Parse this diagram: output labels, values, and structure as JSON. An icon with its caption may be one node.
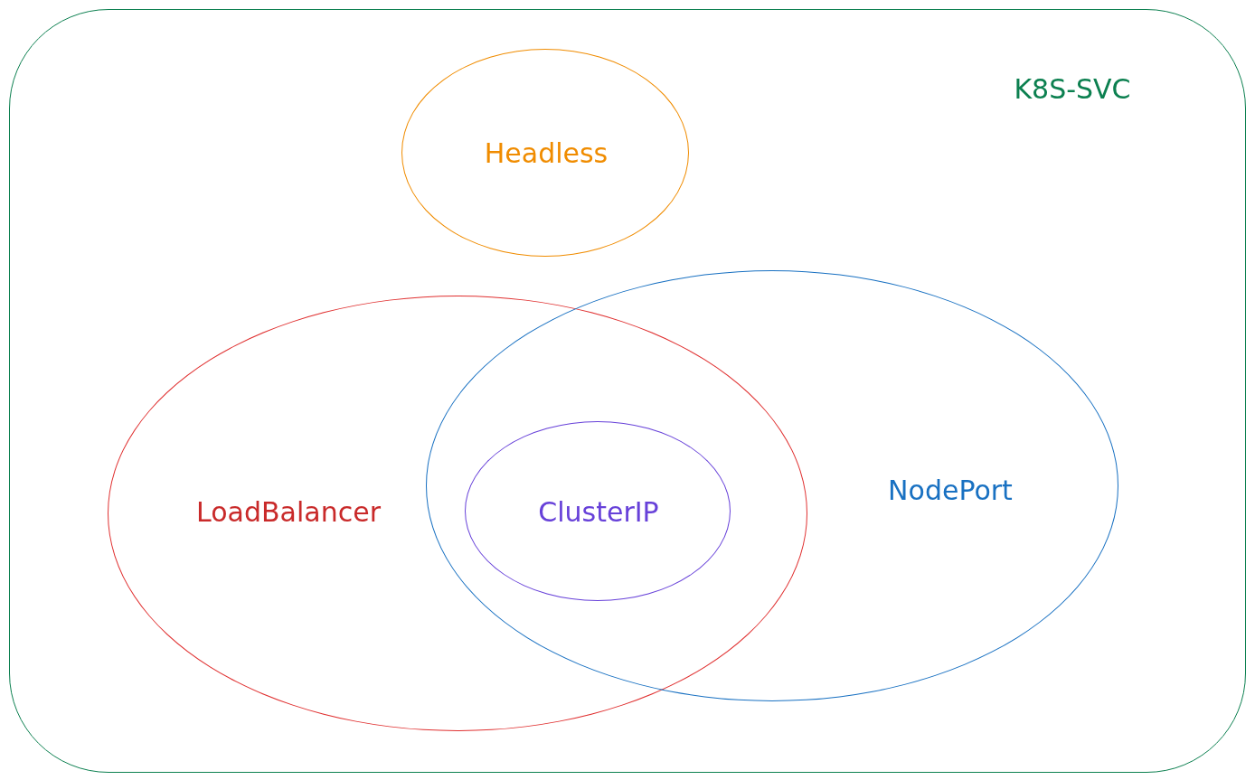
{
  "diagram": {
    "nodes": [
      {
        "text": [
          "K8S-SVC"
        ]
      },
      {
        "text": [
          "Headless"
        ],
        "in": 0
      },
      {
        "text": [
          "LoadBalancer"
        ],
        "in": 0
      },
      {
        "text": [
          "ClusterIP"
        ]
      },
      {
        "text": [
          "NodePort"
        ],
        "in": 0
      }
    ]
  }
}
